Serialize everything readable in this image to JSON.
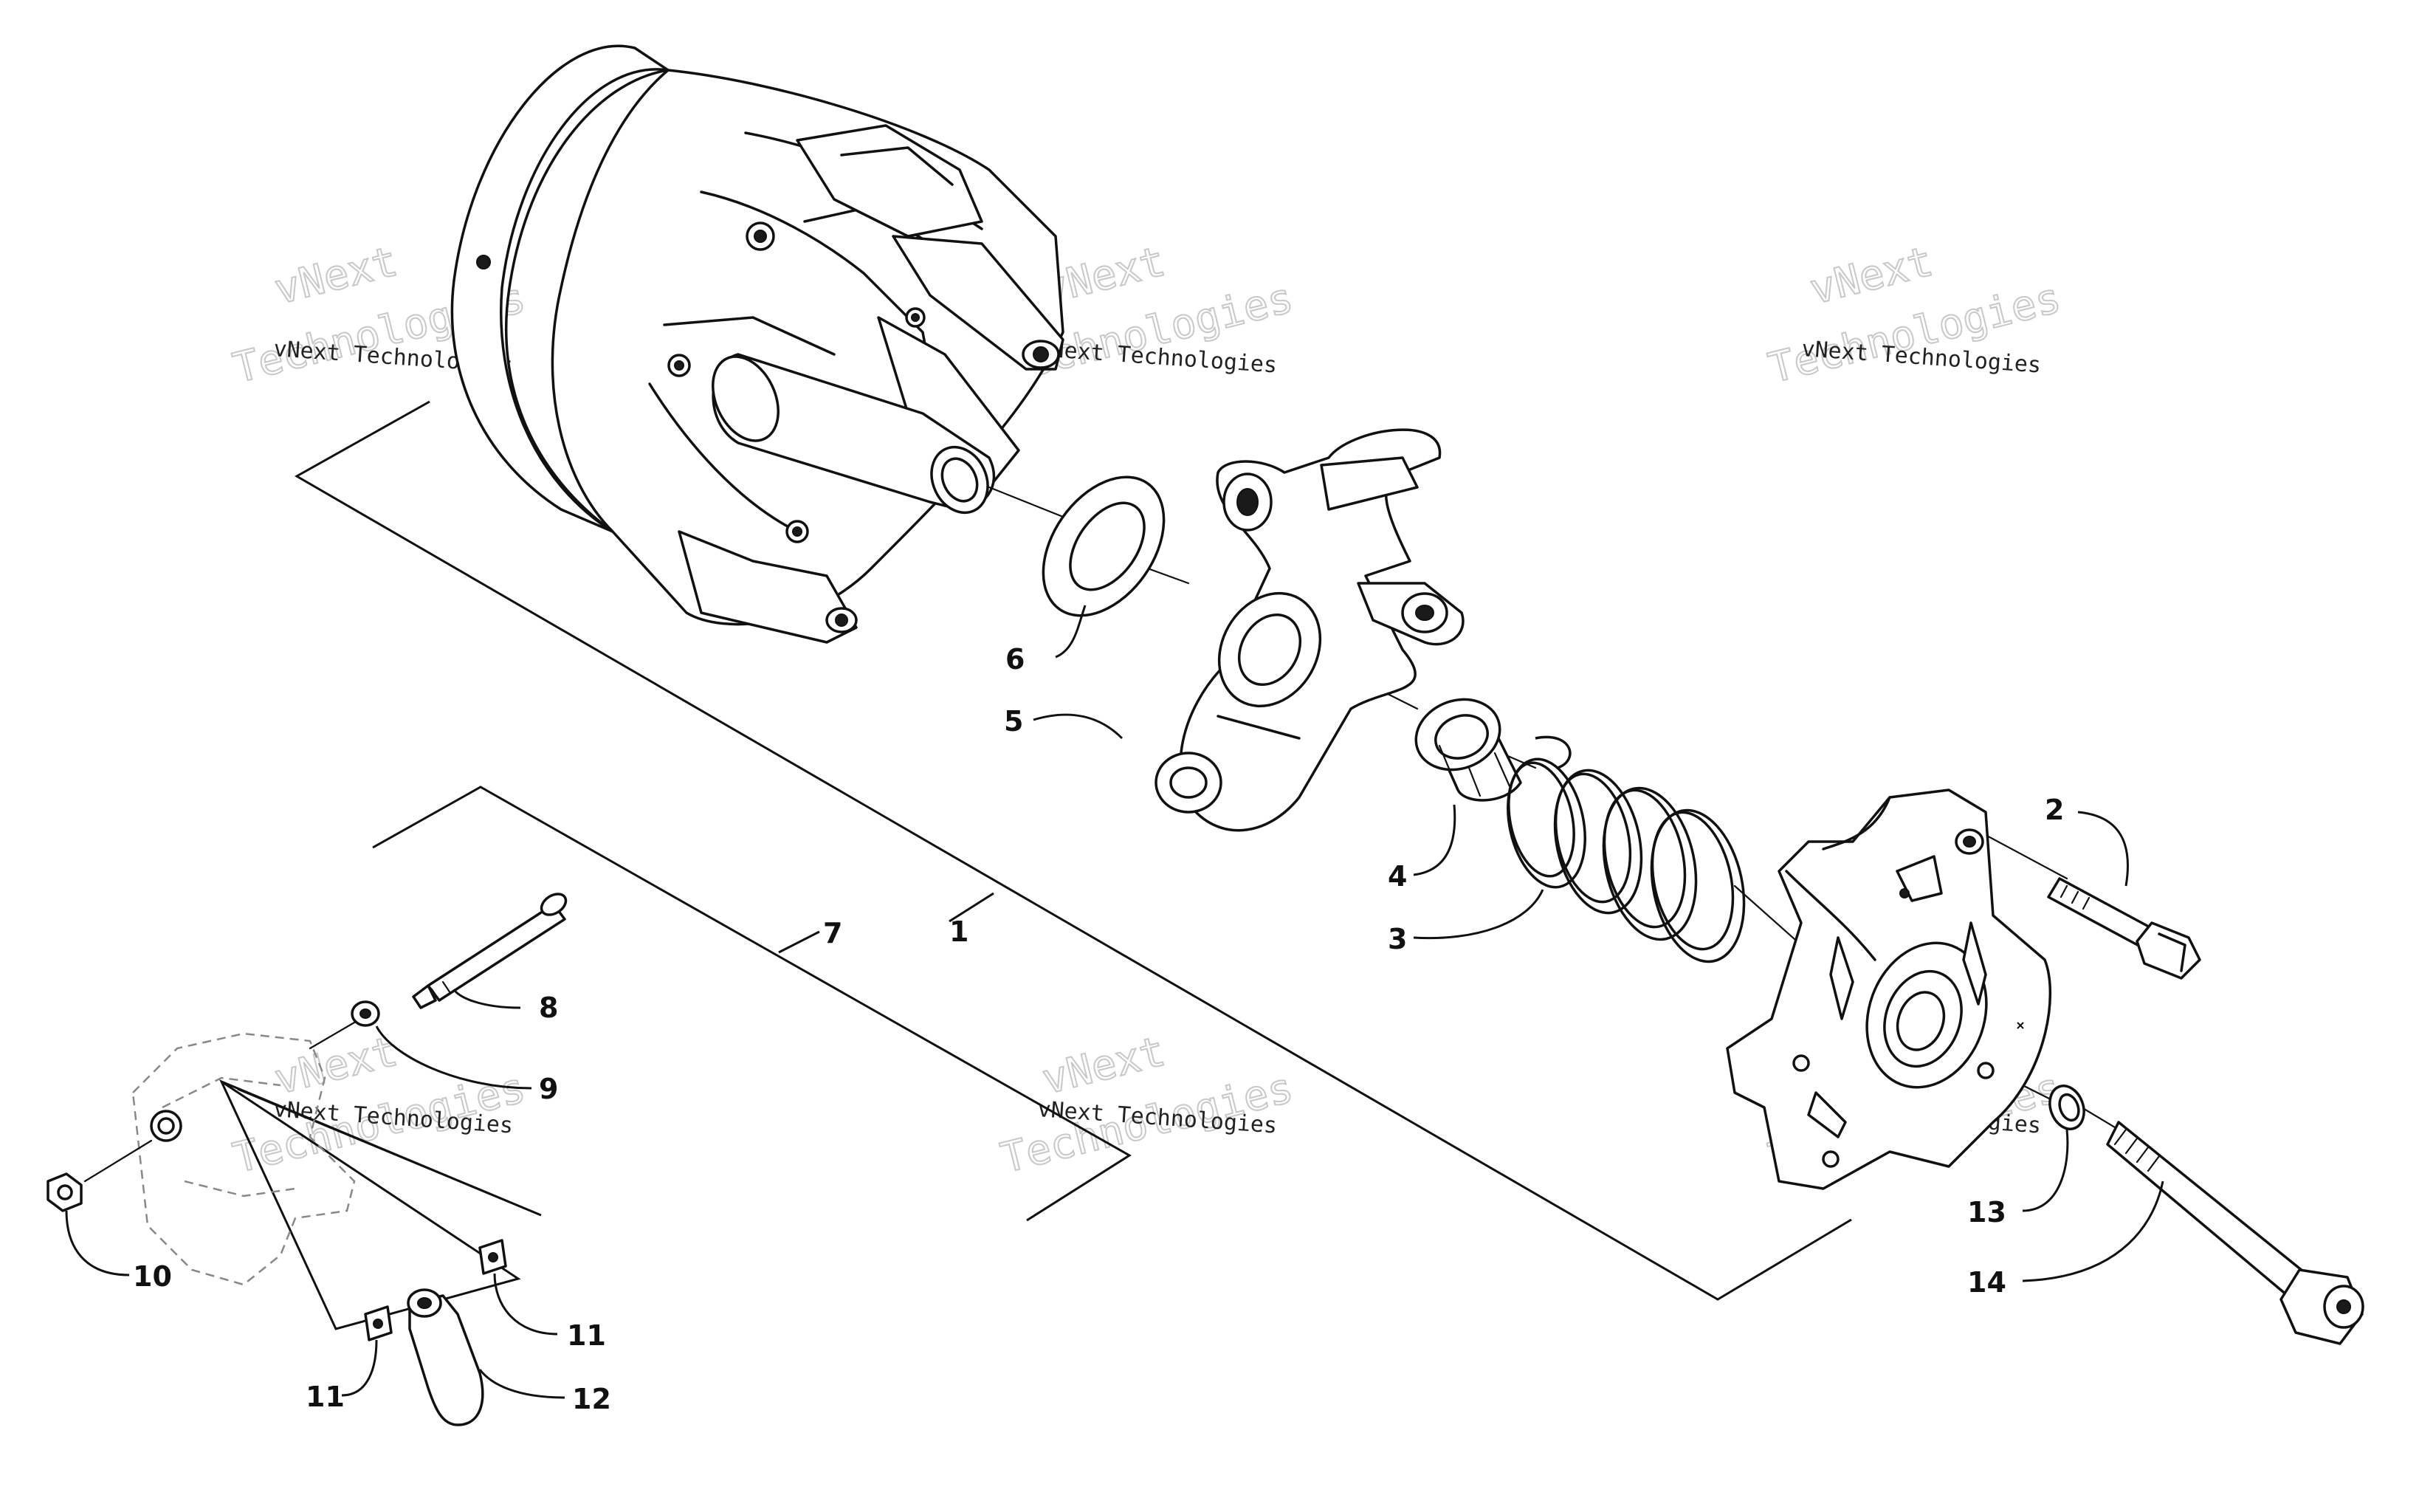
{
  "watermark": {
    "line1": "vNext Technologies",
    "brand": "vNext",
    "line2": "Technologies"
  },
  "callouts": {
    "c1": "1",
    "c2": "2",
    "c3": "3",
    "c4": "4",
    "c5": "5",
    "c6": "6",
    "c7": "7",
    "c8": "8",
    "c9": "9",
    "c10": "10",
    "c11a": "11",
    "c11b": "11",
    "c12": "12",
    "c13": "13",
    "c14": "14"
  }
}
